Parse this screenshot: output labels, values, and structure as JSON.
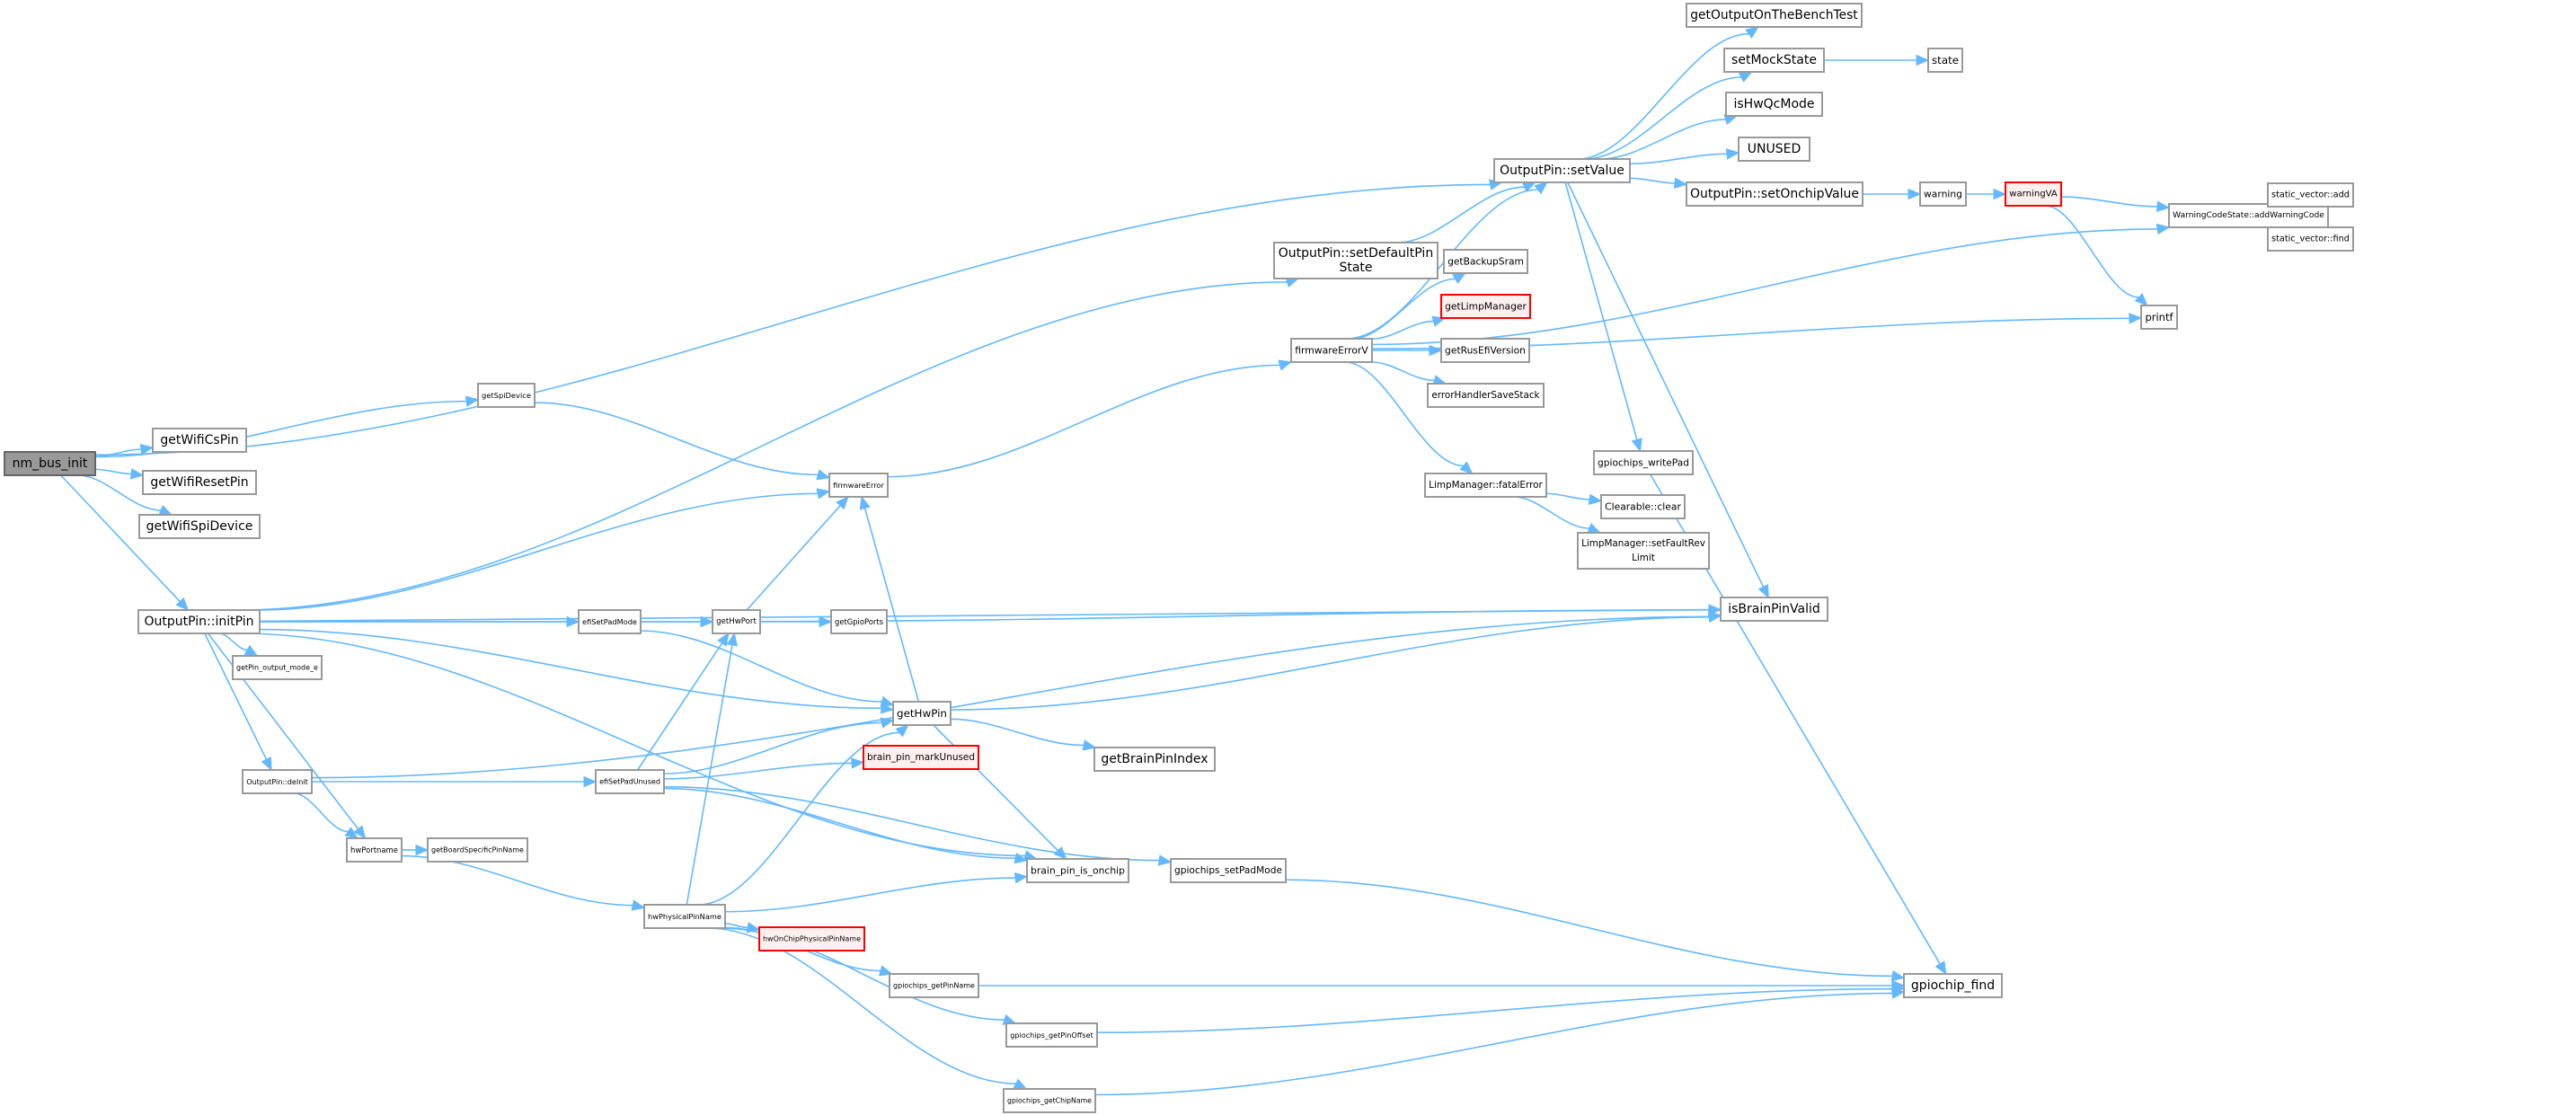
{
  "diagram": {
    "type": "call-graph",
    "colors": {
      "edge": "#63b8ff",
      "node_border": "#999999",
      "root_fill": "#999999",
      "missing_border": "#ff0000",
      "missing_fill": "#fff0f0"
    },
    "nodes": [
      {
        "id": "nm_bus_init",
        "label": "nm_bus_init",
        "style": "root"
      },
      {
        "id": "getWifiCsPin",
        "label": "getWifiCsPin"
      },
      {
        "id": "getWifiResetPin",
        "label": "getWifiResetPin"
      },
      {
        "id": "getWifiSpiDevice",
        "label": "getWifiSpiDevice"
      },
      {
        "id": "getSpiDevice",
        "label": "getSpiDevice"
      },
      {
        "id": "OutputPin_initPin",
        "label": "OutputPin::initPin"
      },
      {
        "id": "getPin_output_mode_e",
        "label": "getPin_output_mode_e"
      },
      {
        "id": "OutputPin_deInit",
        "label": "OutputPin::deInit"
      },
      {
        "id": "hwPortname",
        "label": "hwPortname"
      },
      {
        "id": "hwPhysicalPinName",
        "label": "hwPhysicalPinName"
      },
      {
        "id": "getBoardSpecificPinName",
        "label": "getBoardSpecificPinName"
      },
      {
        "id": "efiSetPadMode",
        "label": "efiSetPadMode"
      },
      {
        "id": "efiSetPadUnused",
        "label": "efiSetPadUnused"
      },
      {
        "id": "hwOnChipPhysicalPinName",
        "label": "hwOnChipPhysicalPinName",
        "style": "red"
      },
      {
        "id": "brain_pin_markUnused",
        "label": "brain_pin_markUnused",
        "style": "red"
      },
      {
        "id": "getHwPort",
        "label": "getHwPort"
      },
      {
        "id": "getHwPin",
        "label": "getHwPin"
      },
      {
        "id": "brain_pin_is_onchip",
        "label": "brain_pin_is_onchip"
      },
      {
        "id": "gpiochips_getPinName",
        "label": "gpiochips_getPinName"
      },
      {
        "id": "gpiochips_getPinOffset",
        "label": "gpiochips_getPinOffset"
      },
      {
        "id": "gpiochips_getChipName",
        "label": "gpiochips_getChipName"
      },
      {
        "id": "gpiochips_setPadMode",
        "label": "gpiochips_setPadMode"
      },
      {
        "id": "getGpioPorts",
        "label": "getGpioPorts"
      },
      {
        "id": "getBrainPinIndex",
        "label": "getBrainPinIndex"
      },
      {
        "id": "firmwareError",
        "label": "firmwareError"
      },
      {
        "id": "OutputPin_setDefaultPinState",
        "label": "OutputPin::setDefaultPin State"
      },
      {
        "id": "firmwareErrorV",
        "label": "firmwareErrorV"
      },
      {
        "id": "OutputPin_setValue",
        "label": "OutputPin::setValue"
      },
      {
        "id": "getBackupSram",
        "label": "getBackupSram"
      },
      {
        "id": "getLimpManager",
        "label": "getLimpManager",
        "style": "red"
      },
      {
        "id": "getRusEfiVersion",
        "label": "getRusEfiVersion"
      },
      {
        "id": "errorHandlerSaveStack",
        "label": "errorHandlerSaveStack"
      },
      {
        "id": "LimpManager_fatalError",
        "label": "LimpManager::fatalError"
      },
      {
        "id": "getOutputOnTheBenchTest",
        "label": "getOutputOnTheBenchTest"
      },
      {
        "id": "setMockState",
        "label": "setMockState"
      },
      {
        "id": "isHwQcMode",
        "label": "isHwQcMode"
      },
      {
        "id": "UNUSED",
        "label": "UNUSED"
      },
      {
        "id": "OutputPin_setOnchipValue",
        "label": "OutputPin::setOnchipValue"
      },
      {
        "id": "gpiochips_writePad",
        "label": "gpiochips_writePad"
      },
      {
        "id": "Clearable_clear",
        "label": "Clearable::clear"
      },
      {
        "id": "LimpManager_setFaultRevLimit",
        "label": "LimpManager::setFaultRev Limit"
      },
      {
        "id": "isBrainPinValid",
        "label": "isBrainPinValid"
      },
      {
        "id": "state",
        "label": "state"
      },
      {
        "id": "warning",
        "label": "warning"
      },
      {
        "id": "warningVA",
        "label": "warningVA",
        "style": "red"
      },
      {
        "id": "WarningCodeState_addWarningCode",
        "label": "WarningCodeState::addWarningCode"
      },
      {
        "id": "printf",
        "label": "printf"
      },
      {
        "id": "gpiochip_find",
        "label": "gpiochip_find"
      },
      {
        "id": "static_vector_add",
        "label": "static_vector::add"
      },
      {
        "id": "static_vector_find",
        "label": "static_vector::find"
      }
    ],
    "edges": [
      [
        "nm_bus_init",
        "OutputPin_setValue"
      ],
      [
        "nm_bus_init",
        "getSpiDevice"
      ],
      [
        "nm_bus_init",
        "getWifiCsPin"
      ],
      [
        "nm_bus_init",
        "getWifiResetPin"
      ],
      [
        "nm_bus_init",
        "getWifiSpiDevice"
      ],
      [
        "nm_bus_init",
        "OutputPin_initPin"
      ],
      [
        "getSpiDevice",
        "firmwareError"
      ],
      [
        "OutputPin_initPin",
        "OutputPin_setDefaultPinState"
      ],
      [
        "OutputPin_initPin",
        "firmwareError"
      ],
      [
        "OutputPin_initPin",
        "isBrainPinValid"
      ],
      [
        "OutputPin_initPin",
        "getHwPort"
      ],
      [
        "OutputPin_initPin",
        "efiSetPadMode"
      ],
      [
        "OutputPin_initPin",
        "getPin_output_mode_e"
      ],
      [
        "OutputPin_initPin",
        "getHwPin"
      ],
      [
        "OutputPin_initPin",
        "OutputPin_deInit"
      ],
      [
        "OutputPin_initPin",
        "hwPortname"
      ],
      [
        "OutputPin_initPin",
        "brain_pin_is_onchip"
      ],
      [
        "OutputPin_deInit",
        "isBrainPinValid"
      ],
      [
        "OutputPin_deInit",
        "efiSetPadUnused"
      ],
      [
        "OutputPin_deInit",
        "hwPortname"
      ],
      [
        "efiSetPadMode",
        "getHwPort"
      ],
      [
        "efiSetPadMode",
        "getHwPin"
      ],
      [
        "efiSetPadUnused",
        "getHwPort"
      ],
      [
        "efiSetPadUnused",
        "getHwPin"
      ],
      [
        "efiSetPadUnused",
        "brain_pin_markUnused"
      ],
      [
        "efiSetPadUnused",
        "brain_pin_is_onchip"
      ],
      [
        "efiSetPadUnused",
        "gpiochips_setPadMode"
      ],
      [
        "hwPortname",
        "getBoardSpecificPinName"
      ],
      [
        "hwPortname",
        "hwPhysicalPinName"
      ],
      [
        "hwPhysicalPinName",
        "getHwPort"
      ],
      [
        "hwPhysicalPinName",
        "getHwPin"
      ],
      [
        "hwPhysicalPinName",
        "brain_pin_is_onchip"
      ],
      [
        "hwPhysicalPinName",
        "hwOnChipPhysicalPinName"
      ],
      [
        "hwPhysicalPinName",
        "gpiochips_getPinName"
      ],
      [
        "hwPhysicalPinName",
        "gpiochips_getPinOffset"
      ],
      [
        "hwPhysicalPinName",
        "gpiochips_getChipName"
      ],
      [
        "getHwPort",
        "firmwareError"
      ],
      [
        "getHwPort",
        "getGpioPorts"
      ],
      [
        "getHwPort",
        "isBrainPinValid"
      ],
      [
        "getHwPin",
        "firmwareError"
      ],
      [
        "getHwPin",
        "isBrainPinValid"
      ],
      [
        "getHwPin",
        "getBrainPinIndex"
      ],
      [
        "getHwPin",
        "brain_pin_is_onchip"
      ],
      [
        "gpiochips_setPadMode",
        "gpiochip_find"
      ],
      [
        "gpiochips_getPinName",
        "gpiochip_find"
      ],
      [
        "gpiochips_getPinOffset",
        "gpiochip_find"
      ],
      [
        "gpiochips_getChipName",
        "gpiochip_find"
      ],
      [
        "firmwareError",
        "firmwareErrorV"
      ],
      [
        "OutputPin_setDefaultPinState",
        "OutputPin_setValue"
      ],
      [
        "firmwareErrorV",
        "OutputPin_setValue"
      ],
      [
        "firmwareErrorV",
        "WarningCodeState_addWarningCode"
      ],
      [
        "firmwareErrorV",
        "getBackupSram"
      ],
      [
        "firmwareErrorV",
        "getLimpManager"
      ],
      [
        "firmwareErrorV",
        "getRusEfiVersion"
      ],
      [
        "firmwareErrorV",
        "errorHandlerSaveStack"
      ],
      [
        "firmwareErrorV",
        "printf"
      ],
      [
        "firmwareErrorV",
        "LimpManager_fatalError"
      ],
      [
        "LimpManager_fatalError",
        "Clearable_clear"
      ],
      [
        "LimpManager_fatalError",
        "LimpManager_setFaultRevLimit"
      ],
      [
        "OutputPin_setValue",
        "getOutputOnTheBenchTest"
      ],
      [
        "OutputPin_setValue",
        "setMockState"
      ],
      [
        "OutputPin_setValue",
        "isHwQcMode"
      ],
      [
        "OutputPin_setValue",
        "UNUSED"
      ],
      [
        "OutputPin_setValue",
        "OutputPin_setOnchipValue"
      ],
      [
        "OutputPin_setValue",
        "gpiochips_writePad"
      ],
      [
        "OutputPin_setValue",
        "isBrainPinValid"
      ],
      [
        "setMockState",
        "state"
      ],
      [
        "OutputPin_setOnchipValue",
        "warning"
      ],
      [
        "warning",
        "warningVA"
      ],
      [
        "warningVA",
        "WarningCodeState_addWarningCode"
      ],
      [
        "warningVA",
        "printf"
      ],
      [
        "WarningCodeState_addWarningCode",
        "static_vector_add"
      ],
      [
        "WarningCodeState_addWarningCode",
        "static_vector_find"
      ],
      [
        "gpiochips_writePad",
        "gpiochip_find"
      ]
    ]
  }
}
